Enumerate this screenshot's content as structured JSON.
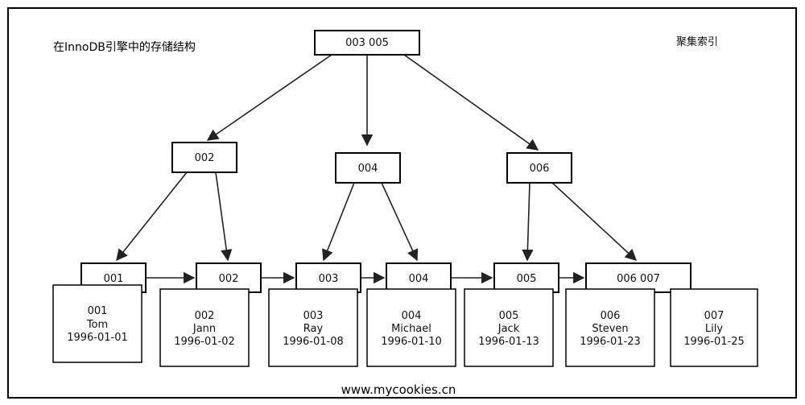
{
  "title": "在InnoDB引擎中的存储结构",
  "index_type": "聚集索引",
  "footer": "www.mycookies.cn",
  "root": {
    "label": "003  005"
  },
  "internal": [
    {
      "label": "002"
    },
    {
      "label": "004"
    },
    {
      "label": "006"
    }
  ],
  "leaves": [
    {
      "key": "001",
      "id": "001",
      "name": "Tom",
      "date": "1996-01-01"
    },
    {
      "key": "002",
      "id": "002",
      "name": "Jann",
      "date": "1996-01-02"
    },
    {
      "key": "003",
      "id": "003",
      "name": "Ray",
      "date": "1996-01-08"
    },
    {
      "key": "004",
      "id": "004",
      "name": "Michael",
      "date": "1996-01-10"
    },
    {
      "key": "005",
      "id": "005",
      "name": "Jack",
      "date": "1996-01-13"
    },
    {
      "key": "006  007",
      "id": "006",
      "name": "Steven",
      "date": "1996-01-23"
    }
  ],
  "extra_record": {
    "id": "007",
    "name": "Lily",
    "date": "1996-01-25"
  }
}
